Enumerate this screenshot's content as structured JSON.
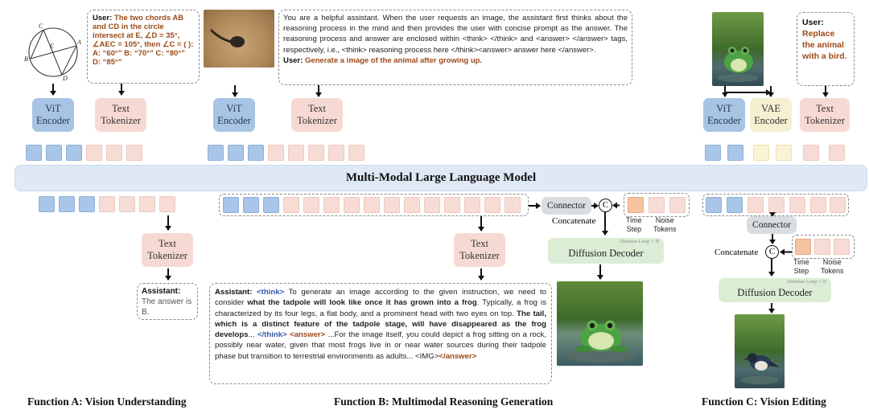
{
  "mllm_label": "Multi-Modal Large Language Model",
  "labels": {
    "vit": "ViT\nEncoder",
    "text_tokenizer": "Text\nTokenizer",
    "vae": "VAE\nEncoder",
    "connector": "Connector",
    "concatenate": "Concatenate",
    "concat_symbol": "C",
    "time_step": "Time\nStep",
    "noise_tokens": "Noise\nTokens",
    "diffusion_decoder": "Diffusion Decoder",
    "denoise_loop": "Denoise Loop × N"
  },
  "function_a": {
    "caption": "Function A: Vision Understanding",
    "user_label": "User:",
    "question": "The two chords AB and CD in the circle intersect at E, ∠D = 35°, ∠AEC = 105°, then ∠C = ( ):",
    "options": "A: “60°” B: “70°” C: “80°” D: “85°”",
    "geometry_points": [
      "C",
      "A",
      "E",
      "B",
      "D"
    ],
    "assistant_label": "Assistant:",
    "answer": "The answer is B."
  },
  "function_b": {
    "caption": "Function B: Multimodal Reasoning Generation",
    "system_prompt": "You are a helpful assistant. When the user requests an image, the assistant first thinks about the reasoning process in the mind and then provides the user with concise prompt as the answer. The reasoning process and answer are enclosed within <think> </think> and <answer> </answer> tags, respectively, i.e., <think> reasoning process here </think><answer> answer here </answer>.",
    "user_label": "User:",
    "user_request": "Generate a image of the animal after growing up.",
    "assistant_label": "Assistant:",
    "think_open": "<think>",
    "response_1": "To generate an image according to the given instruction, we need to consider",
    "response_bold_1": "what the tadpole will look like once it has grown into a frog",
    "response_2": ". Typically, a frog is characterized by its four legs, a flat body, and a prominent head with two eyes on top.",
    "response_bold_2": "The tail, which is a distinct feature of the tadpole stage, will have disappeared as the frog develops",
    "response_3": "...",
    "think_close": "</think>",
    "answer_open": "<answer>",
    "response_4": "...For the image itself, you could depict a frog sitting on a rock, possibly near water, given that most frogs live in or near water sources during their tadpole phase but transition to terrestrial environments as adults... <IMG>",
    "answer_close": "</answer>"
  },
  "function_c": {
    "caption": "Function C: Vision Editing",
    "user_label": "User:",
    "instruction": "Replace the animal with a bird."
  },
  "colors": {
    "image_token": "#a9c5e8",
    "text_token": "#f7dcd6",
    "vae_token": "#faf3d6",
    "noise_token": "#f5c3a0",
    "mllm_bar": "#dfe9f5",
    "accent_brown": "#9c4a17",
    "accent_blue": "#3559b0"
  }
}
